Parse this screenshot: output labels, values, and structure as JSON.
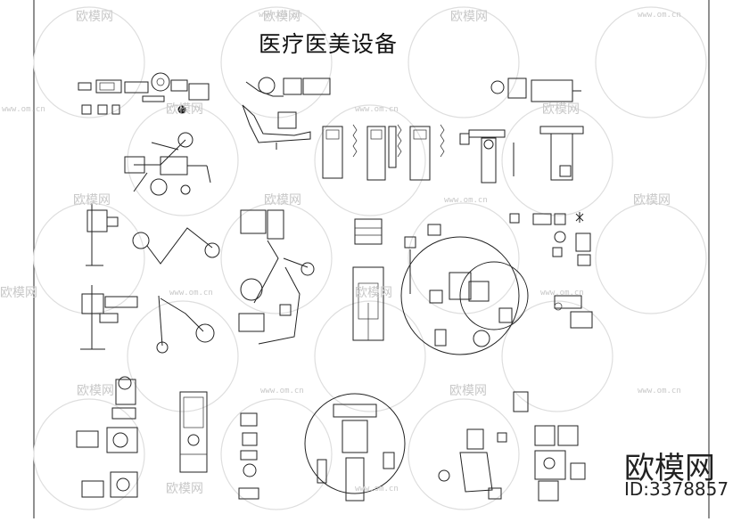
{
  "drawing": {
    "title": "医疗医美设备",
    "brand": "欧模网",
    "id_label": "ID:3378857"
  },
  "watermark": {
    "text": "欧模网",
    "url": "www.om.cn"
  },
  "icons": {
    "watermark_logo": "cloud-sheep-logo-icon"
  }
}
